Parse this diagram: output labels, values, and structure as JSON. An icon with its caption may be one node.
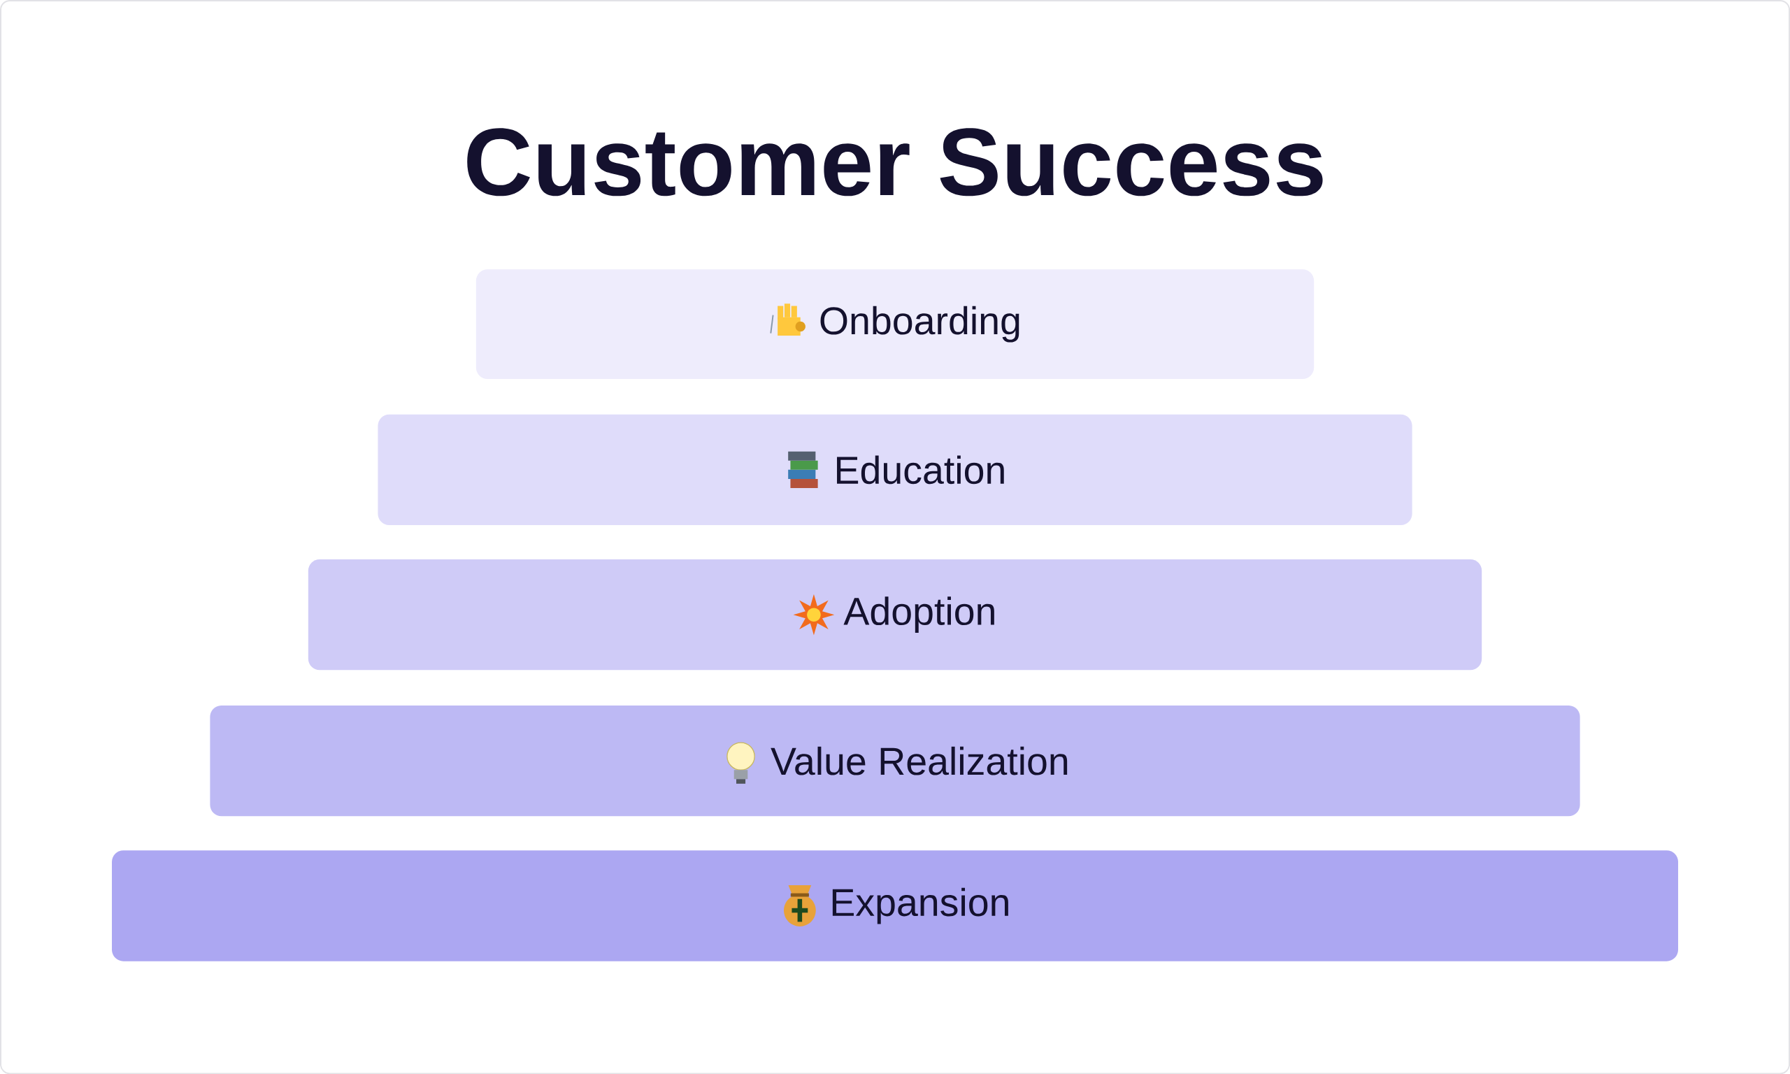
{
  "diagram": {
    "title": "Customer Success",
    "nodes": [
      {
        "text": [
          "Onboarding"
        ]
      },
      {
        "text": [
          "Education"
        ]
      },
      {
        "text": [
          "Adoption"
        ]
      },
      {
        "text": [
          "Value Realization"
        ]
      },
      {
        "text": [
          "Expansion"
        ]
      }
    ]
  }
}
